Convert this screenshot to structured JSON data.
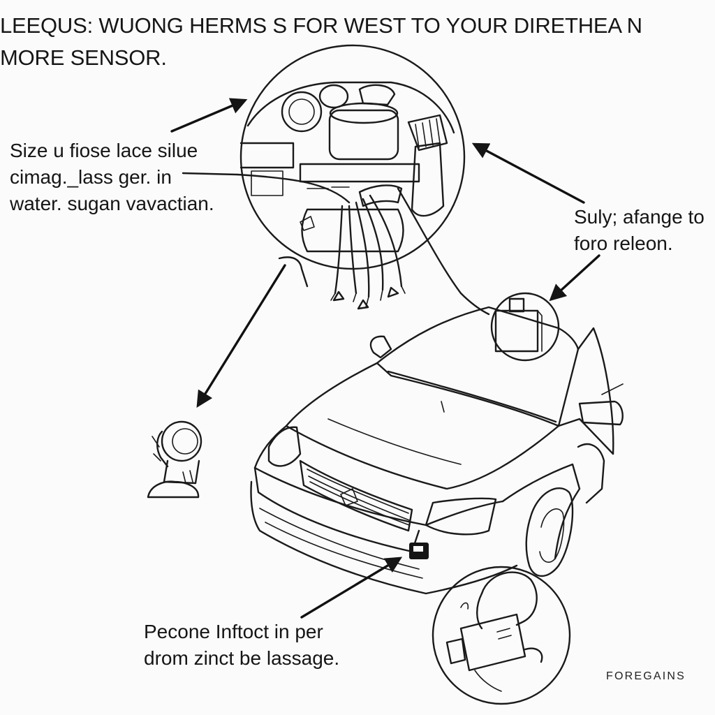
{
  "header": {
    "title": "LEEQUS: WUONG HERMS S FOR WEST TO YOUR DIRETHEA N MORE SENSOR."
  },
  "callouts": {
    "left": [
      "Size u fiose lace silue",
      "cimag._lass ger. in",
      "water. sugan vavactian."
    ],
    "right": [
      "Suly; afange to",
      "foro releon."
    ],
    "bottom": [
      "Pecone Inftoct in per",
      "drom zinct be lassage."
    ]
  },
  "footer": {
    "brand": "FOREGAINS"
  },
  "icons": {
    "engine_detail": "engine-bay-detail-icon",
    "sensor_module": "sensor-module-icon",
    "hose_connector": "hose-connector-icon",
    "car": "car-illustration-icon",
    "small_device": "washer-pump-icon"
  }
}
